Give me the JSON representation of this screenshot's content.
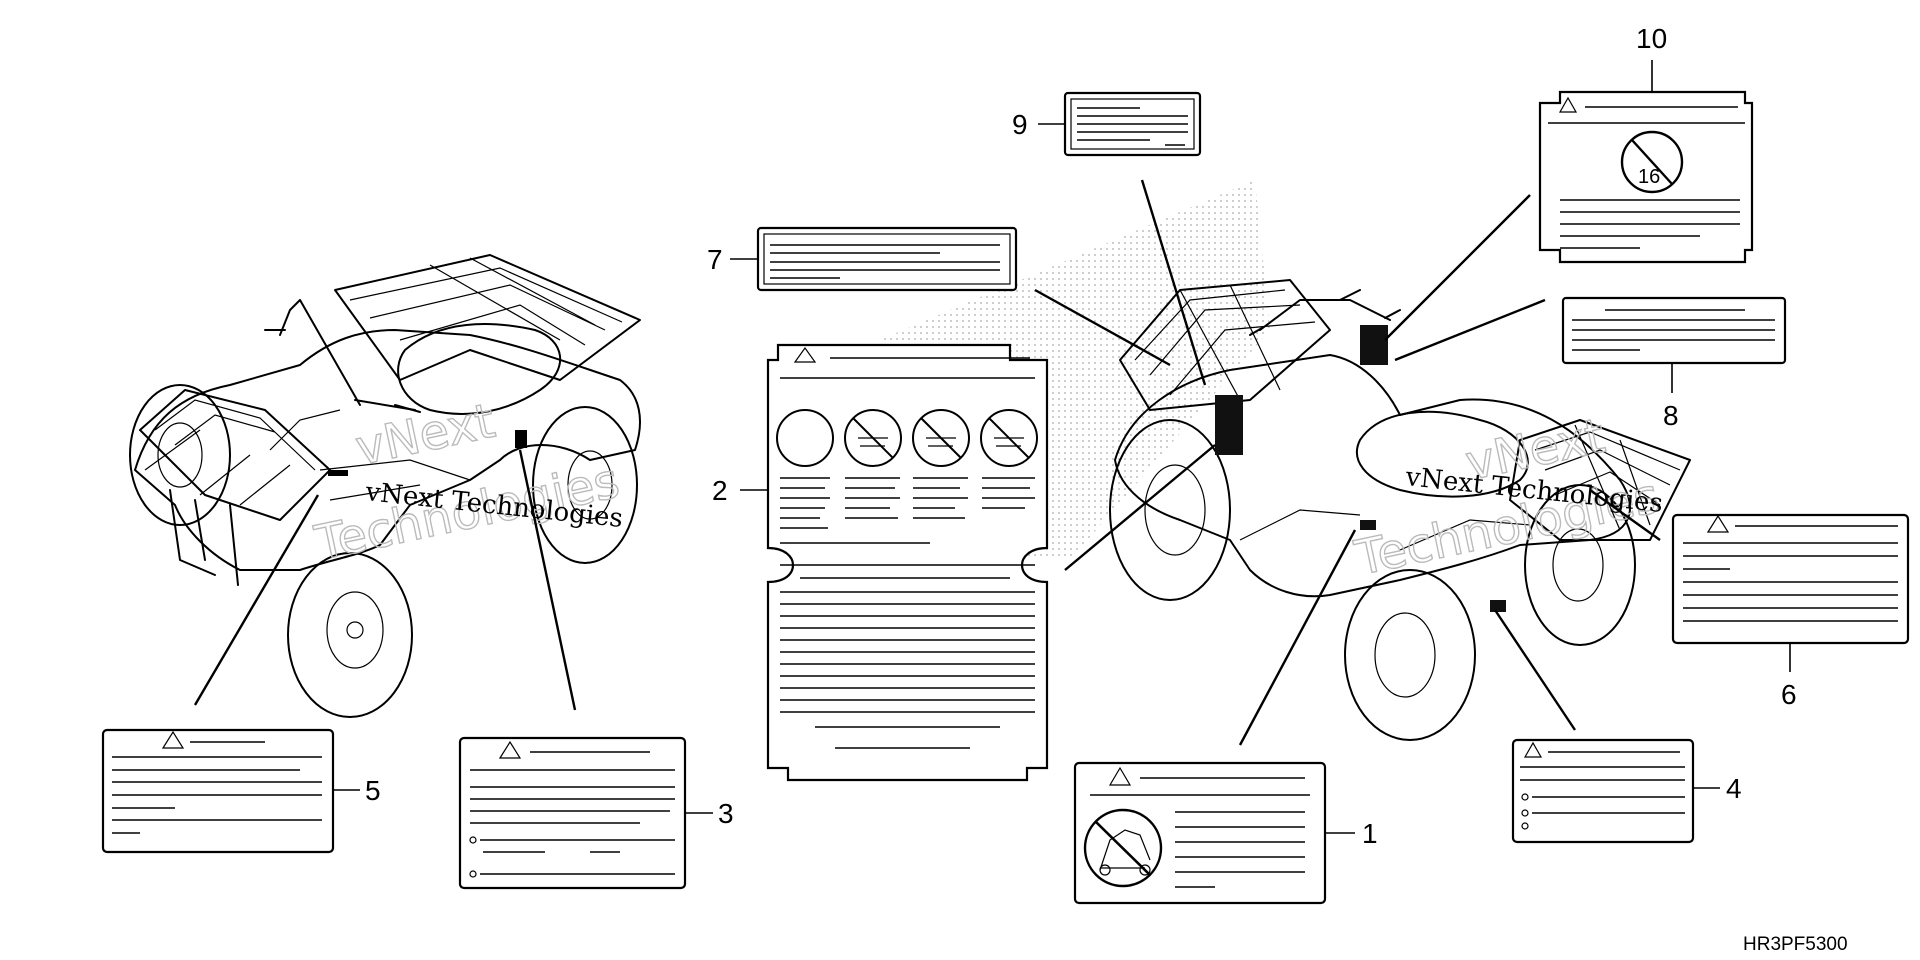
{
  "diagram": {
    "part_code": "HR3PF5300",
    "watermark_line1": "vNext Technologies",
    "watermark_line2": "vNext",
    "watermark_line3": "Technologies",
    "callouts": [
      {
        "id": "1",
        "label": "1"
      },
      {
        "id": "2",
        "label": "2"
      },
      {
        "id": "3",
        "label": "3"
      },
      {
        "id": "4",
        "label": "4"
      },
      {
        "id": "5",
        "label": "5"
      },
      {
        "id": "6",
        "label": "6"
      },
      {
        "id": "7",
        "label": "7"
      },
      {
        "id": "8",
        "label": "8"
      },
      {
        "id": "9",
        "label": "9"
      },
      {
        "id": "10",
        "label": "10"
      }
    ],
    "icons": {
      "warning": "warning-triangle-icon",
      "prohibited": "prohibited-circle-icon",
      "age_limit": "no-under-16-icon",
      "no_passenger": "no-passenger-icon"
    },
    "label_10_age_text": "16"
  }
}
